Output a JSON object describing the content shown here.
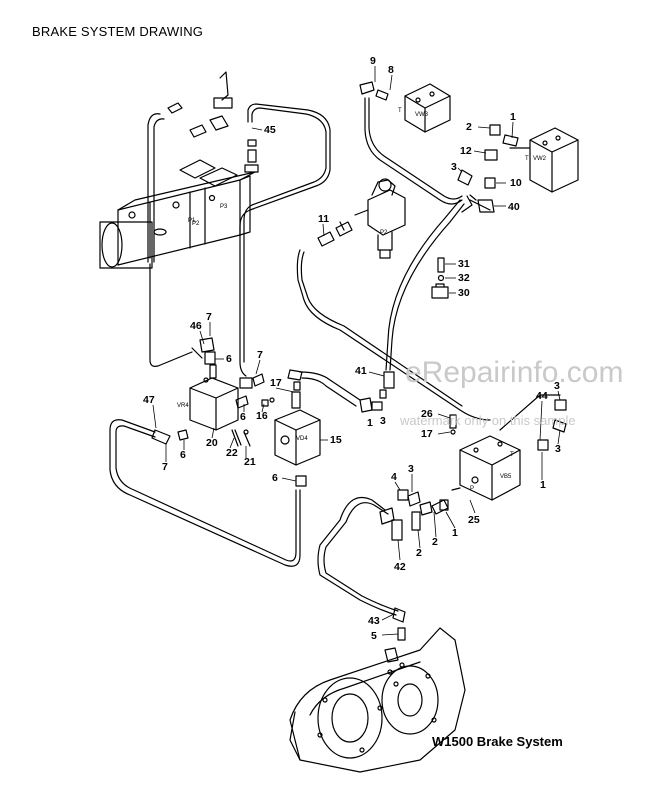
{
  "title": "BRAKE SYSTEM DRAWING",
  "caption": "W1500 Brake System",
  "watermark": {
    "main": "eRepairinfo.com",
    "sub": "watermark only on this sample"
  },
  "components": {
    "pump": [
      "P1",
      "P2",
      "P3"
    ],
    "valves": [
      "VW3",
      "VW2",
      "P2",
      "VR4",
      "VD4",
      "VB5"
    ],
    "ports": [
      "T",
      "P",
      "T",
      "P",
      "T",
      "P"
    ]
  },
  "callouts": [
    "9",
    "8",
    "2",
    "1",
    "12",
    "3",
    "10",
    "40",
    "45",
    "11",
    "31",
    "32",
    "30",
    "7",
    "46",
    "6",
    "7",
    "41",
    "3",
    "44",
    "17",
    "16",
    "1",
    "3",
    "47",
    "20",
    "15",
    "26",
    "17",
    "6",
    "22",
    "21",
    "7",
    "6",
    "4",
    "3",
    "3",
    "1",
    "25",
    "2",
    "2",
    "1",
    "42",
    "43",
    "5",
    "6"
  ]
}
